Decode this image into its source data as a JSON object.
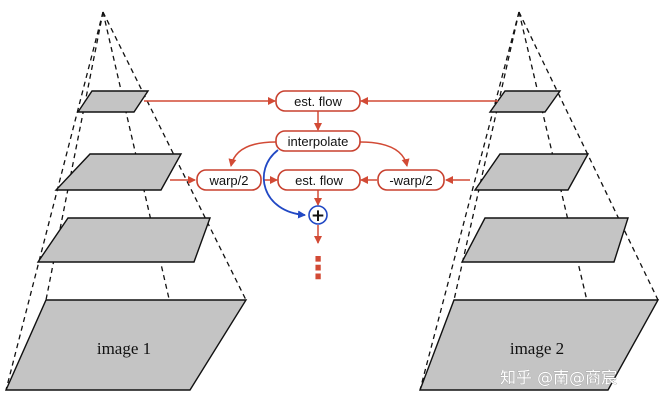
{
  "labels": {
    "image1": "image 1",
    "image2": "image 2",
    "est_flow_top": "est. flow",
    "interpolate": "interpolate",
    "warp_left": "warp/2",
    "est_flow_mid": "est. flow",
    "warp_right": "-warp/2",
    "plus": "+",
    "ellipsis": "⋮"
  },
  "watermark": "知乎 @南@商宸",
  "colors": {
    "flow_arrow": "#d24a35",
    "box_border": "#c8412f",
    "blue_arrow": "#2148c4",
    "plane_fill": "#c4c4c4",
    "line": "#111111"
  }
}
